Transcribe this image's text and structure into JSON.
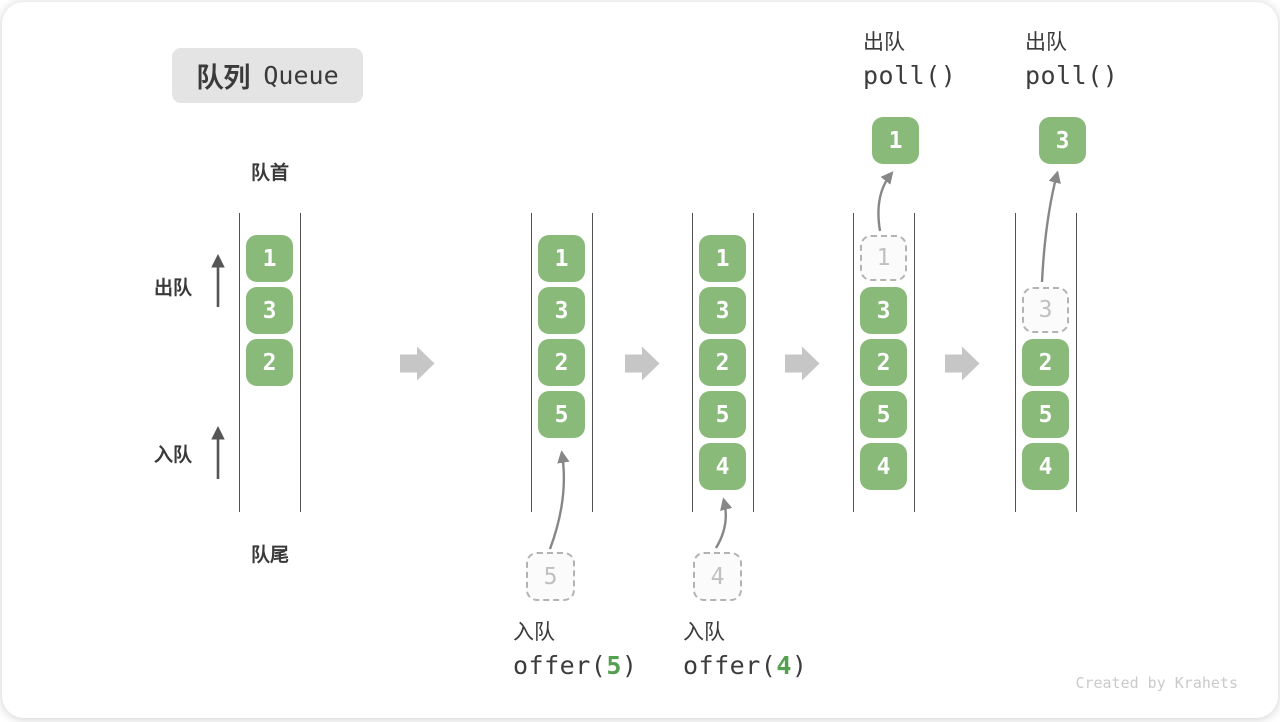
{
  "title": {
    "zh": "队列",
    "en": "Queue"
  },
  "side_labels": {
    "front": "队首",
    "rear": "队尾",
    "dequeue": "出队",
    "enqueue": "入队"
  },
  "queue_states": [
    {
      "slots": [
        "1",
        "3",
        "2"
      ]
    },
    {
      "slots": [
        "1",
        "3",
        "2",
        "5"
      ],
      "incoming": "5",
      "caption": {
        "line1": "入队",
        "code_prefix": "offer(",
        "code_arg": "5",
        "code_suffix": ")"
      }
    },
    {
      "slots": [
        "1",
        "3",
        "2",
        "5",
        "4"
      ],
      "incoming": "4",
      "caption": {
        "line1": "入队",
        "code_prefix": "offer(",
        "code_arg": "4",
        "code_suffix": ")"
      }
    },
    {
      "slots": [
        {
          "v": "1",
          "dashed": true
        },
        "3",
        "2",
        "5",
        "4"
      ],
      "popped": "1",
      "caption": {
        "line1": "出队",
        "code": "poll()"
      }
    },
    {
      "slots": [
        null,
        {
          "v": "3",
          "dashed": true
        },
        "2",
        "5",
        "4"
      ],
      "popped": "3",
      "caption": {
        "line1": "出队",
        "code": "poll()"
      }
    }
  ],
  "colors": {
    "item_green": "#89ba79",
    "code_green": "#55a050",
    "step_arrow_gray": "#c6c6c6",
    "rail_gray": "#525252",
    "dashed_gray": "#b3b3b3"
  },
  "watermark": "Created by Krahets"
}
